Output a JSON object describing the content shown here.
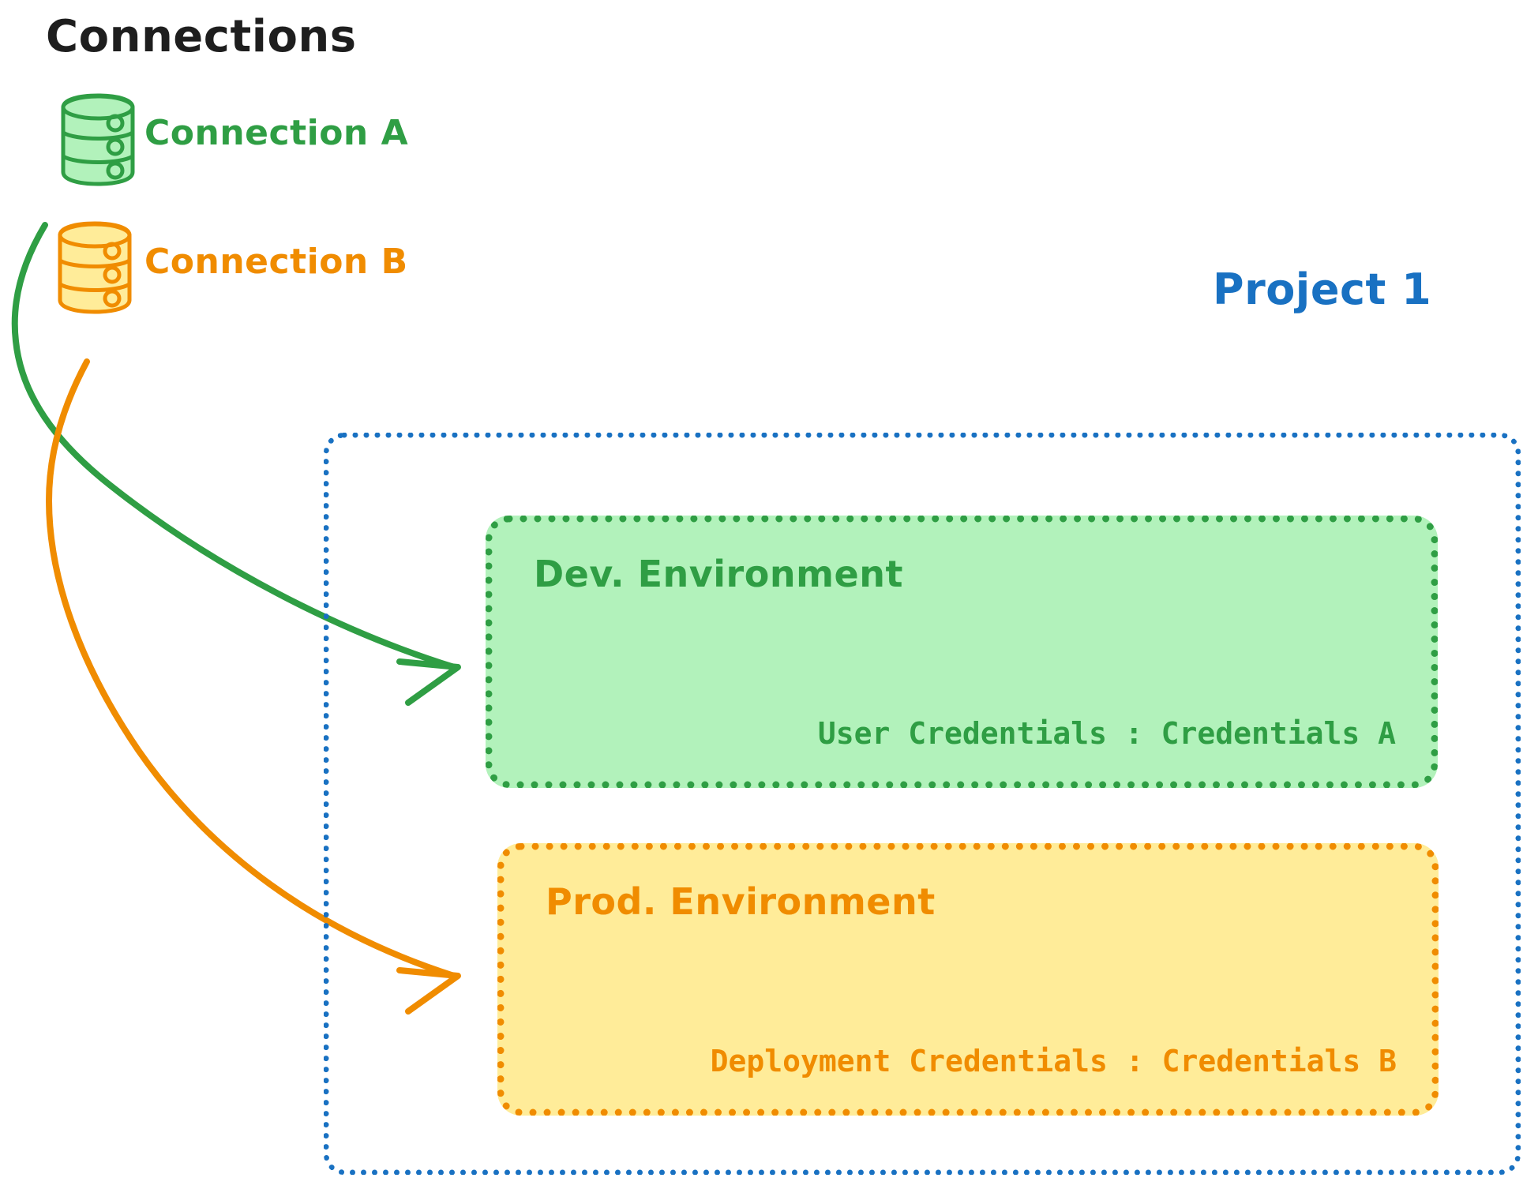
{
  "title": "Connections",
  "colors": {
    "green_stroke": "#2f9e44",
    "green_fill": "#b2f2bb",
    "orange_stroke": "#f08c00",
    "orange_fill": "#ffec99",
    "blue_stroke": "#1971c2",
    "black_text": "#1e1e1e",
    "background": "#ffffff"
  },
  "connections": [
    {
      "label": "Connection A",
      "icon": "database-icon",
      "color": "#2f9e44"
    },
    {
      "label": "Connection B",
      "icon": "database-icon",
      "color": "#f08c00"
    }
  ],
  "project": {
    "label": "Project 1",
    "environments": [
      {
        "title": "Dev. Environment",
        "credentials_label": "User Credentials",
        "credentials_separator": ":",
        "credentials_value": "Credentials A",
        "credentials_line": "User Credentials : Credentials A",
        "color": "#2f9e44"
      },
      {
        "title": "Prod. Environment",
        "credentials_label": "Deployment Credentials",
        "credentials_separator": ":",
        "credentials_value": "Credentials B",
        "credentials_line": "Deployment Credentials : Credentials B",
        "color": "#f08c00"
      }
    ]
  },
  "arrows": [
    {
      "name": "connection-a-to-dev-arrow",
      "from": "Connection A",
      "to": "Dev. Environment",
      "color": "#2f9e44"
    },
    {
      "name": "connection-b-to-prod-arrow",
      "from": "Connection B",
      "to": "Prod. Environment",
      "color": "#f08c00"
    }
  ]
}
